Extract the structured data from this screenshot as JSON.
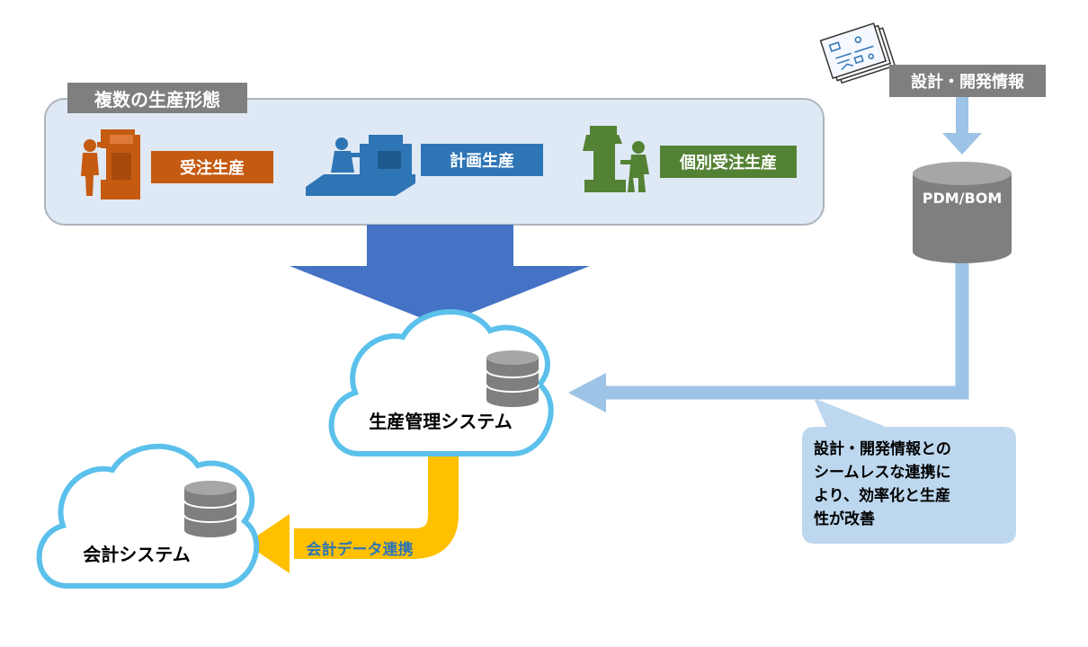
{
  "production_forms": {
    "title": "複数の生産形態",
    "items": [
      {
        "label": "受注生産",
        "color": "#c55a11"
      },
      {
        "label": "計画生産",
        "color": "#2e75b6"
      },
      {
        "label": "個別受注生産",
        "color": "#548235"
      }
    ]
  },
  "design_info": {
    "label": "設計・開発情報"
  },
  "pdm_bom": {
    "label": "PDM/BOM"
  },
  "production_system": {
    "label": "生産管理システム"
  },
  "accounting_system": {
    "label": "会計システム"
  },
  "accounting_link": {
    "label": "会計データ連携"
  },
  "callout": {
    "lines": [
      "設計・開発情報との",
      "シームレスな連携に",
      "より、効率化と生産",
      "性が改善"
    ]
  },
  "colors": {
    "panel_bg": "#dee9f5",
    "panel_border": "#aeb5bd",
    "title_bg": "#7f7f7f",
    "big_arrow": "#4472c4",
    "light_blue": "#9dc3e6",
    "cloud_stroke": "#5bc0eb",
    "yellow": "#ffc000",
    "db_gray": "#7f7f7f"
  }
}
